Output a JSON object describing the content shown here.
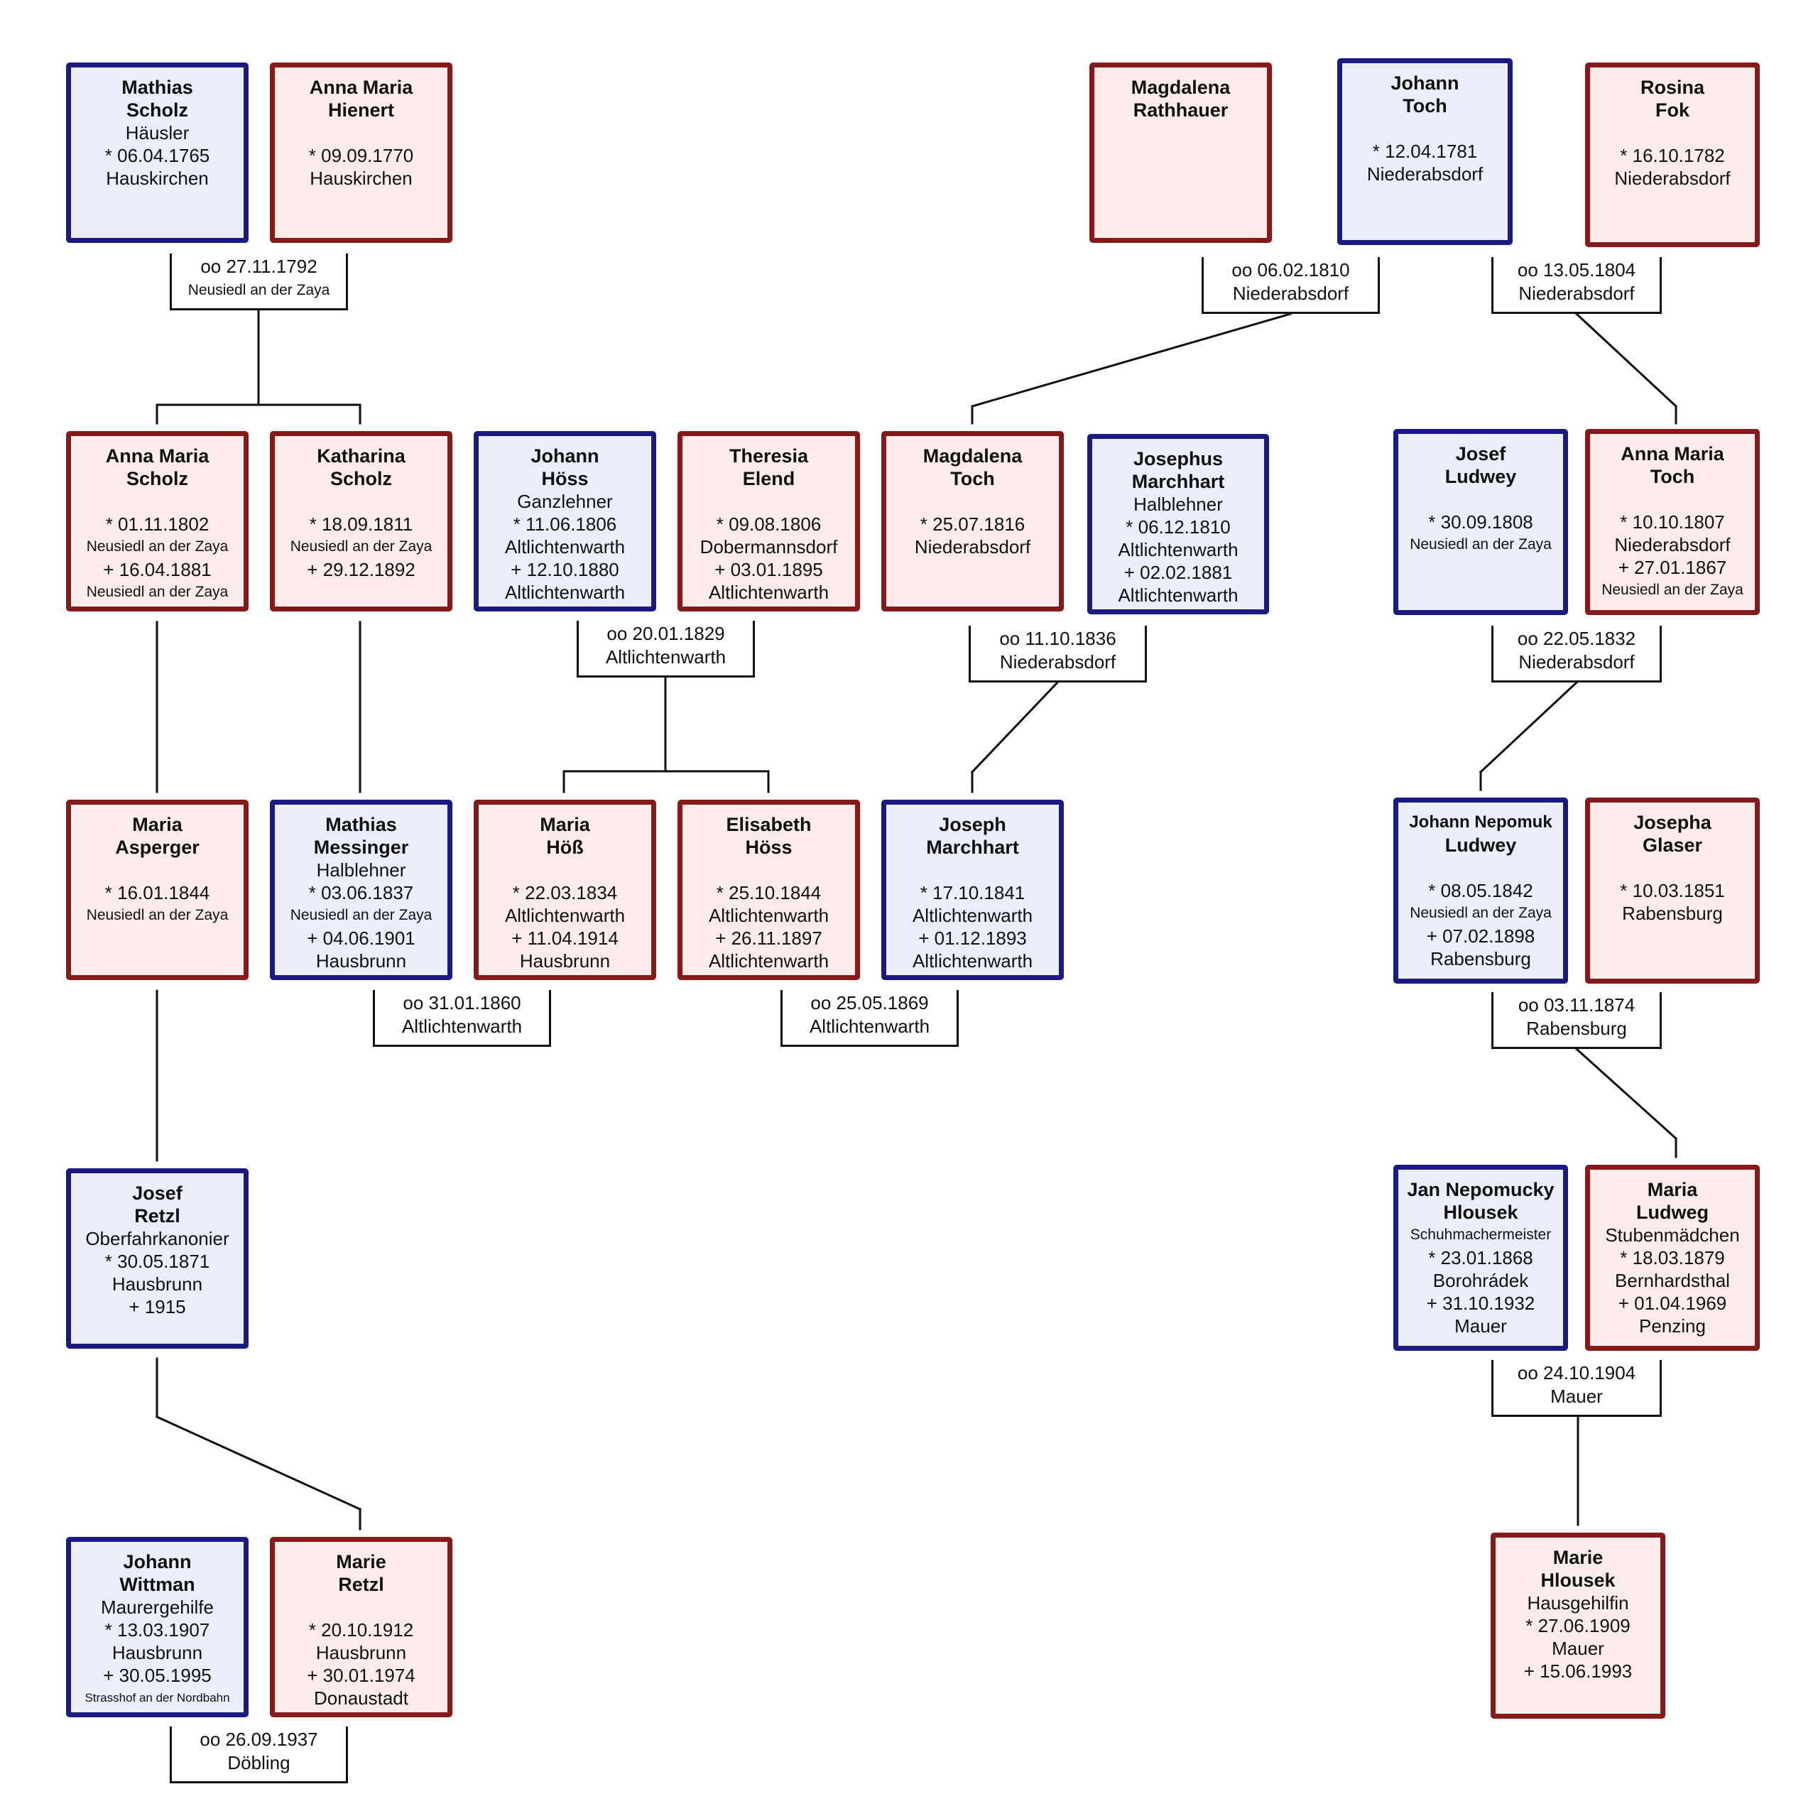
{
  "colors": {
    "male_border": "#1a1a82",
    "male_fill": "#ecedfb",
    "female_border": "#861a1a",
    "female_fill": "#fbeceb",
    "connector": "#111111"
  },
  "persons": [
    {
      "id": "mathias-scholz",
      "sex": "male",
      "lines": [
        "Mathias",
        "Scholz",
        "Häusler",
        "* 06.04.1765",
        "Hauskirchen"
      ]
    },
    {
      "id": "anna-maria-hienert",
      "sex": "female",
      "lines": [
        "Anna Maria",
        "Hienert",
        "",
        "* 09.09.1770",
        "Hauskirchen"
      ]
    },
    {
      "id": "magdalena-rathhauer",
      "sex": "female",
      "lines": [
        "Magdalena",
        "Rathhauer"
      ]
    },
    {
      "id": "johann-toch",
      "sex": "male",
      "lines": [
        "Johann",
        "Toch",
        "",
        "* 12.04.1781",
        "Niederabsdorf"
      ]
    },
    {
      "id": "rosina-fok",
      "sex": "female",
      "lines": [
        "Rosina",
        "Fok",
        "",
        "* 16.10.1782",
        "Niederabsdorf"
      ]
    },
    {
      "id": "anna-maria-scholz",
      "sex": "female",
      "lines": [
        "Anna Maria",
        "Scholz",
        "",
        "* 01.11.1802",
        "Neusiedl an der Zaya",
        "+ 16.04.1881",
        "Neusiedl an der Zaya"
      ]
    },
    {
      "id": "katharina-scholz",
      "sex": "female",
      "lines": [
        "Katharina",
        "Scholz",
        "",
        "* 18.09.1811",
        "Neusiedl an der Zaya",
        "+ 29.12.1892"
      ]
    },
    {
      "id": "johann-hoess",
      "sex": "male",
      "lines": [
        "Johann",
        "Höss",
        "Ganzlehner",
        "* 11.06.1806",
        "Altlichtenwarth",
        "+ 12.10.1880",
        "Altlichtenwarth"
      ]
    },
    {
      "id": "theresia-elend",
      "sex": "female",
      "lines": [
        "Theresia",
        "Elend",
        "",
        "* 09.08.1806",
        "Dobermannsdorf",
        "+ 03.01.1895",
        "Altlichtenwarth"
      ]
    },
    {
      "id": "magdalena-toch",
      "sex": "female",
      "lines": [
        "Magdalena",
        "Toch",
        "",
        "* 25.07.1816",
        "Niederabsdorf"
      ]
    },
    {
      "id": "josephus-marchhart",
      "sex": "male",
      "lines": [
        "Josephus",
        "Marchhart",
        "Halblehner",
        "* 06.12.1810",
        "Altlichtenwarth",
        "+ 02.02.1881",
        "Altlichtenwarth"
      ]
    },
    {
      "id": "josef-ludwey",
      "sex": "male",
      "lines": [
        "Josef",
        "Ludwey",
        "",
        "* 30.09.1808",
        "Neusiedl an der Zaya"
      ]
    },
    {
      "id": "anna-maria-toch",
      "sex": "female",
      "lines": [
        "Anna Maria",
        "Toch",
        "",
        "* 10.10.1807",
        "Niederabsdorf",
        "+ 27.01.1867",
        "Neusiedl an der Zaya"
      ]
    },
    {
      "id": "maria-asperger",
      "sex": "female",
      "lines": [
        "Maria",
        "Asperger",
        "",
        "* 16.01.1844",
        "Neusiedl an der Zaya"
      ]
    },
    {
      "id": "mathias-messinger",
      "sex": "male",
      "lines": [
        "Mathias",
        "Messinger",
        "Halblehner",
        "* 03.06.1837",
        "Neusiedl an der Zaya",
        "+ 04.06.1901",
        "Hausbrunn"
      ]
    },
    {
      "id": "maria-hoess",
      "sex": "female",
      "lines": [
        "Maria",
        "Höß",
        "",
        "* 22.03.1834",
        "Altlichtenwarth",
        "+ 11.04.1914",
        "Hausbrunn"
      ]
    },
    {
      "id": "elisabeth-hoess",
      "sex": "female",
      "lines": [
        "Elisabeth",
        "Höss",
        "",
        "* 25.10.1844",
        "Altlichtenwarth",
        "+ 26.11.1897",
        "Altlichtenwarth"
      ]
    },
    {
      "id": "joseph-marchhart",
      "sex": "male",
      "lines": [
        "Joseph",
        "Marchhart",
        "",
        "* 17.10.1841",
        "Altlichtenwarth",
        "+ 01.12.1893",
        "Altlichtenwarth"
      ]
    },
    {
      "id": "johann-nepomuk-ludwey",
      "sex": "male",
      "lines": [
        "Johann Nepomuk",
        "Ludwey",
        "",
        "* 08.05.1842",
        "Neusiedl an der Zaya",
        "+ 07.02.1898",
        "Rabensburg"
      ]
    },
    {
      "id": "josepha-glaser",
      "sex": "female",
      "lines": [
        "Josepha",
        "Glaser",
        "",
        "* 10.03.1851",
        "Rabensburg"
      ]
    },
    {
      "id": "josef-retzl",
      "sex": "male",
      "lines": [
        "Josef",
        "Retzl",
        "Oberfahrkanonier",
        "* 30.05.1871",
        "Hausbrunn",
        "+ 1915"
      ]
    },
    {
      "id": "jan-nepomucky-hlousek",
      "sex": "male",
      "lines": [
        "Jan Nepomucky",
        "Hlousek",
        "Schuhmachermeister",
        "* 23.01.1868",
        "Borohrádek",
        "+ 31.10.1932",
        "Mauer"
      ]
    },
    {
      "id": "maria-ludweg",
      "sex": "female",
      "lines": [
        "Maria",
        "Ludweg",
        "Stubenmädchen",
        "* 18.03.1879",
        "Bernhardsthal",
        "+ 01.04.1969",
        "Penzing"
      ]
    },
    {
      "id": "johann-wittman",
      "sex": "male",
      "lines": [
        "Johann",
        "Wittman",
        "Maurergehilfe",
        "* 13.03.1907",
        "Hausbrunn",
        "+ 30.05.1995",
        "Strasshof an der Nordbahn"
      ]
    },
    {
      "id": "marie-retzl",
      "sex": "female",
      "lines": [
        "Marie",
        "Retzl",
        "",
        "* 20.10.1912",
        "Hausbrunn",
        "+ 30.01.1974",
        "Donaustadt"
      ]
    },
    {
      "id": "marie-hlousek",
      "sex": "female",
      "lines": [
        "Marie",
        "Hlousek",
        "Hausgehilfin",
        "* 27.06.1909",
        "Mauer",
        "+ 15.06.1993"
      ]
    }
  ],
  "marriages": [
    {
      "id": "m-scholz-hienert",
      "date": "oo 27.11.1792",
      "place": "Neusiedl an der Zaya"
    },
    {
      "id": "m-toch-rathhauer",
      "date": "oo 06.02.1810",
      "place": "Niederabsdorf"
    },
    {
      "id": "m-toch-fok",
      "date": "oo 13.05.1804",
      "place": "Niederabsdorf"
    },
    {
      "id": "m-hoess-elend",
      "date": "oo 20.01.1829",
      "place": "Altlichtenwarth"
    },
    {
      "id": "m-toch-marchhart",
      "date": "oo 11.10.1836",
      "place": "Niederabsdorf"
    },
    {
      "id": "m-ludwey-toch",
      "date": "oo 22.05.1832",
      "place": "Niederabsdorf"
    },
    {
      "id": "m-messinger",
      "date": "oo 31.01.1860",
      "place": "Altlichtenwarth"
    },
    {
      "id": "m-hoess-marchhart",
      "date": "oo 25.05.1869",
      "place": "Altlichtenwarth"
    },
    {
      "id": "m-ludwey-glaser",
      "date": "oo 03.11.1874",
      "place": "Rabensburg"
    },
    {
      "id": "m-hlousek-ludweg",
      "date": "oo 24.10.1904",
      "place": "Mauer"
    },
    {
      "id": "m-wittman-retzl",
      "date": "oo 26.09.1937",
      "place": "Döbling"
    }
  ]
}
